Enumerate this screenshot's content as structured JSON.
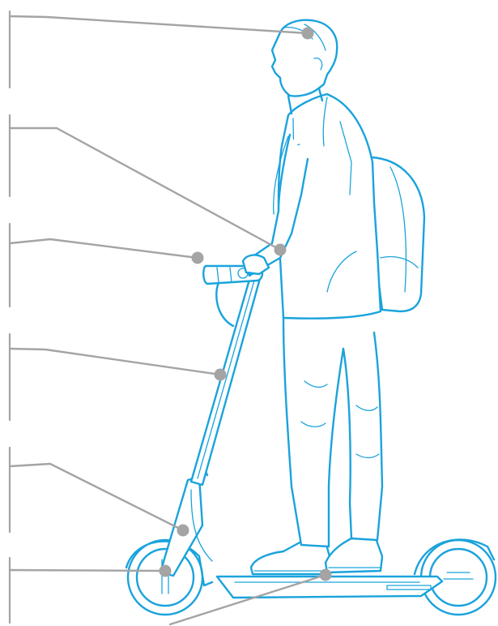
{
  "colors": {
    "accent": "#1aa3dc",
    "leader": "#a4a4a4",
    "background": "#ffffff"
  },
  "callouts": [
    {
      "id": "head"
    },
    {
      "id": "hands"
    },
    {
      "id": "handlebar"
    },
    {
      "id": "stem"
    },
    {
      "id": "front-fork"
    },
    {
      "id": "front-wheel-and-deck"
    }
  ]
}
